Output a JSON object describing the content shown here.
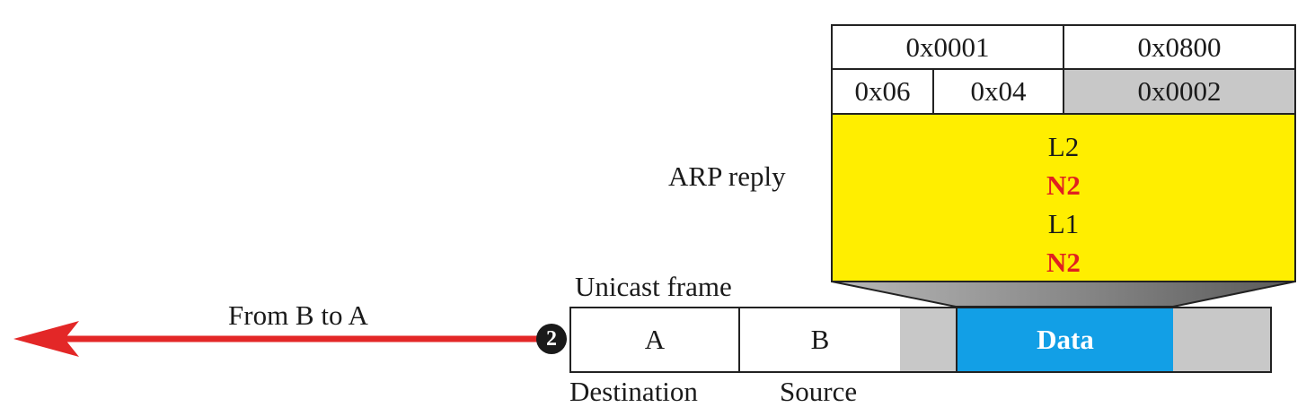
{
  "arp": {
    "label": "ARP reply",
    "row1": [
      "0x0001",
      "0x0800"
    ],
    "row2": [
      "0x06",
      "0x04",
      "0x0002"
    ],
    "fields": [
      {
        "text": "L2",
        "emphasis": false
      },
      {
        "text": "N2",
        "emphasis": true
      },
      {
        "text": "L1",
        "emphasis": false
      },
      {
        "text": "N2",
        "emphasis": true
      }
    ]
  },
  "frame": {
    "label": "Unicast frame",
    "destination": "A",
    "source": "B",
    "data": "Data",
    "destination_label": "Destination",
    "source_label": "Source"
  },
  "arrow": {
    "label": "From B to A",
    "step": "2"
  },
  "colors": {
    "yellow": "#ffee00",
    "data_blue": "#129fe6",
    "gray": "#c8c8c8",
    "arrow_red": "#e32727",
    "emphasis_red": "#e02020"
  }
}
